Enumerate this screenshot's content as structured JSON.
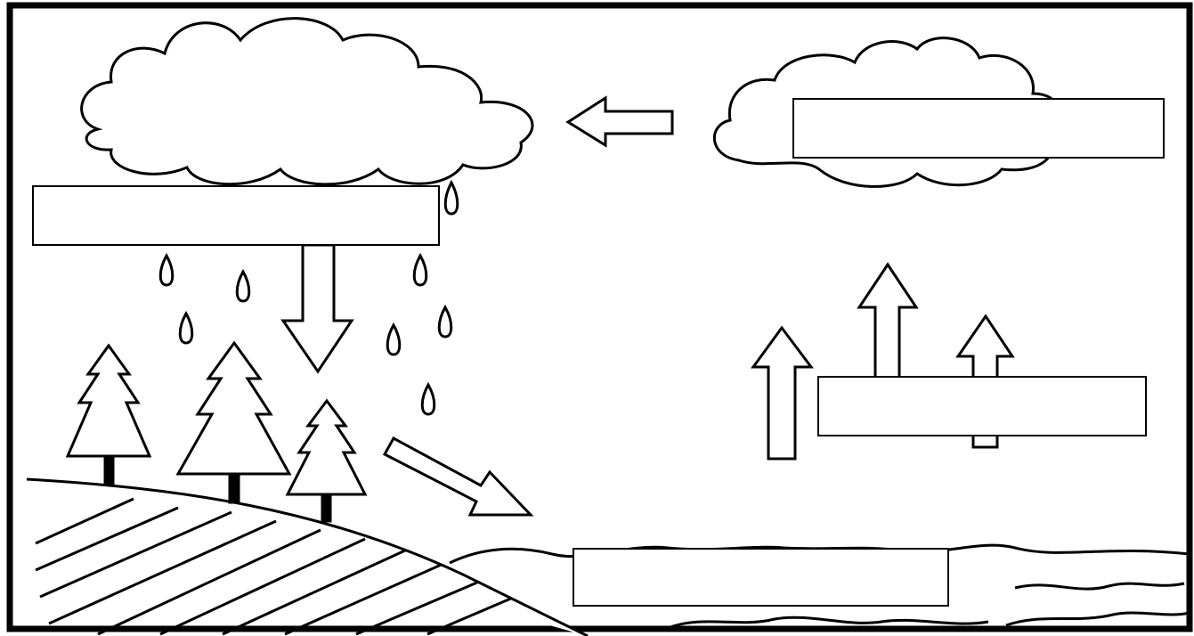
{
  "diagram": {
    "topic": "",
    "colors": {
      "ink": "#000000",
      "paper": "#ffffff"
    },
    "icons": [
      "cloud-icon",
      "raindrop-icon",
      "pine-tree-icon",
      "arrow-icon",
      "wave-icon",
      "hill-icon"
    ],
    "label_boxes": [
      {
        "id": "condensation",
        "text": ""
      },
      {
        "id": "precipitation",
        "text": ""
      },
      {
        "id": "evaporation",
        "text": ""
      },
      {
        "id": "collection",
        "text": ""
      }
    ]
  }
}
